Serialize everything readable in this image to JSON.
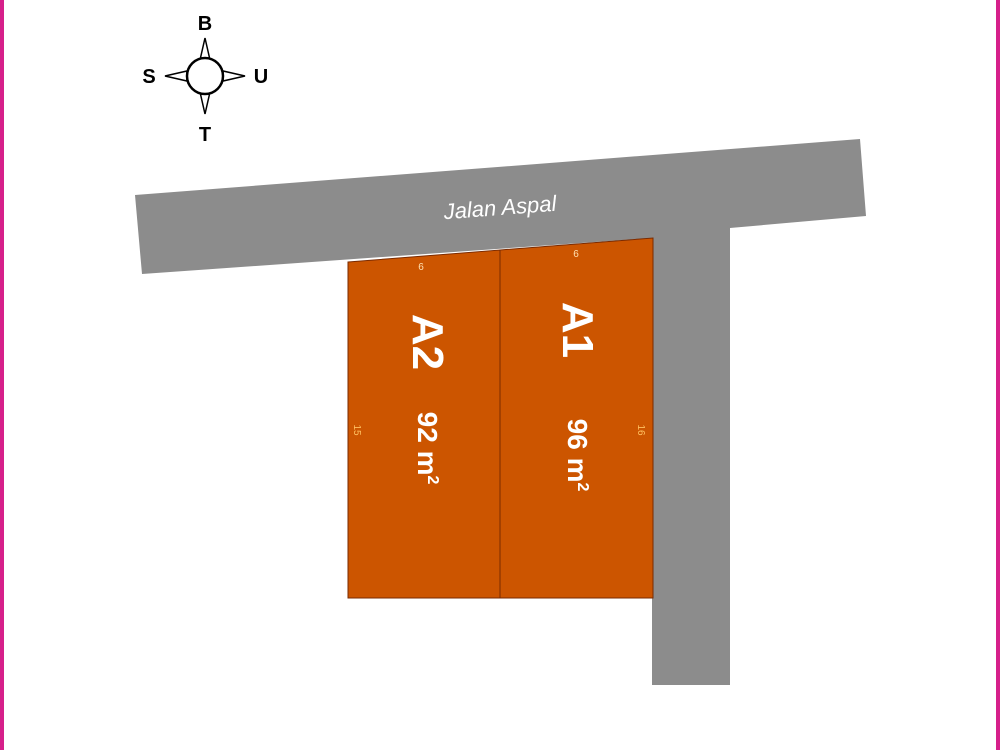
{
  "compass": {
    "north": "B",
    "south": "T",
    "west": "S",
    "east": "U"
  },
  "road": {
    "label": "Jalan Aspal",
    "color": "#8c8c8c"
  },
  "plots": [
    {
      "id": "A2",
      "area": "92 m",
      "area_sup": "2",
      "top_length": "6",
      "side_length": "15",
      "color": "#cc5500"
    },
    {
      "id": "A1",
      "area": "96 m",
      "area_sup": "2",
      "top_length": "6",
      "side_length": "16",
      "color": "#cc5500"
    }
  ],
  "frame_color": "#d61f8a"
}
